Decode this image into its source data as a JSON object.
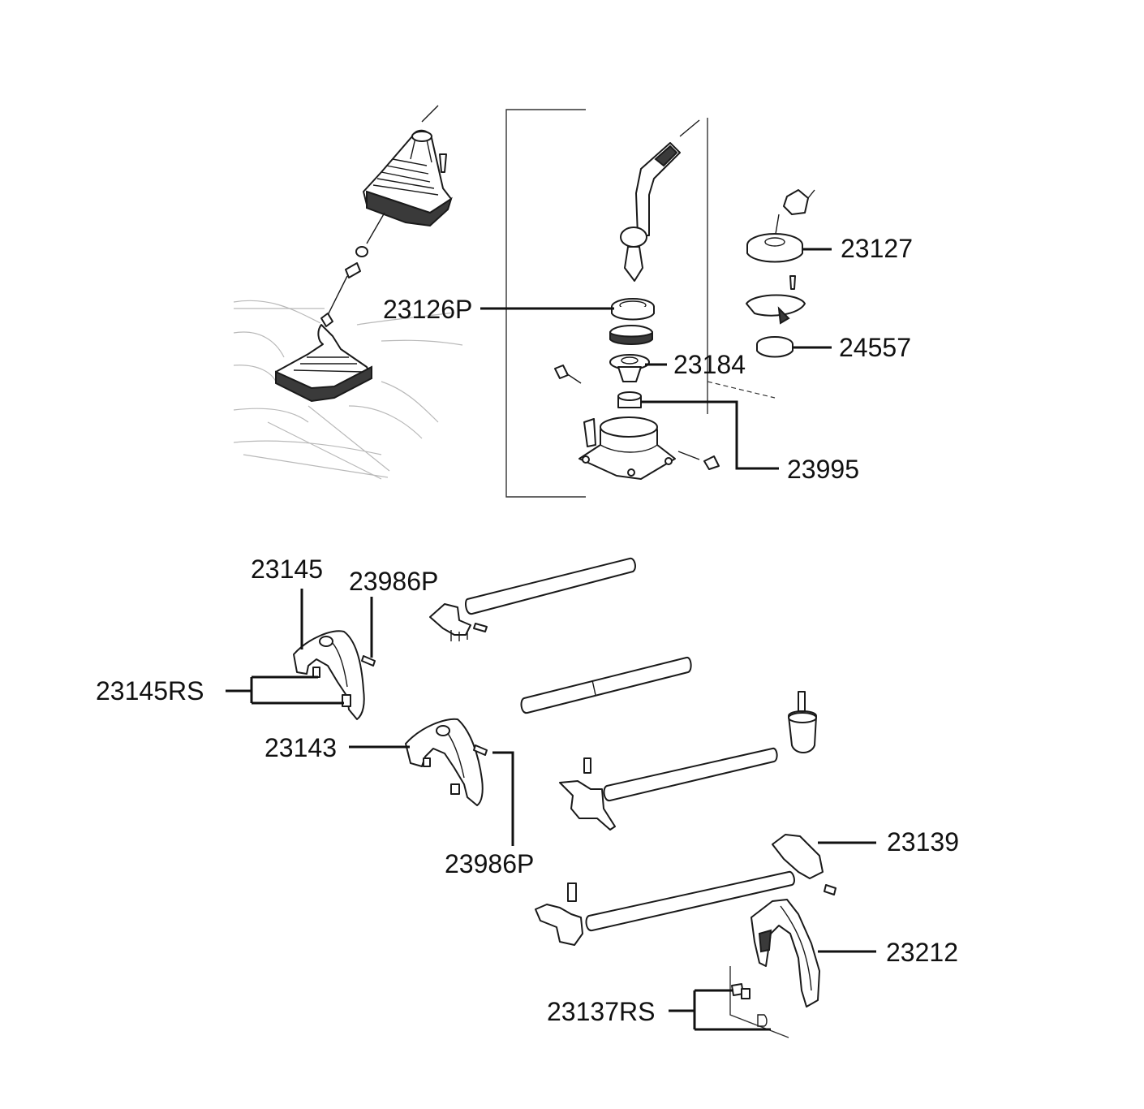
{
  "diagram": {
    "labels": {
      "p23127": "23127",
      "p23126p": "23126P",
      "p24557": "24557",
      "p23184": "23184",
      "p23995": "23995",
      "p23145": "23145",
      "p23986p_top": "23986P",
      "p23145rs": "23145RS",
      "p23143": "23143",
      "p23986p_bottom": "23986P",
      "p23139": "23139",
      "p23212": "23212",
      "p23137rs": "23137RS"
    },
    "colors": {
      "ink": "#1a1a1a",
      "background": "#ffffff",
      "ghost": "#b9b9b9"
    }
  }
}
